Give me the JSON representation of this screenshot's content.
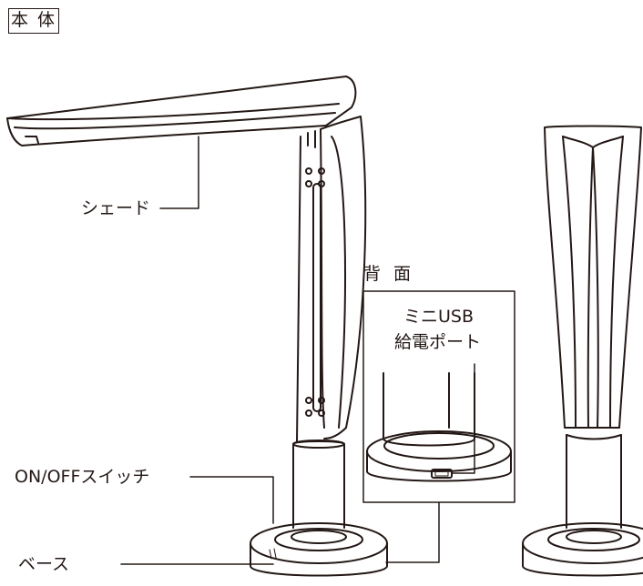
{
  "title": "本 体",
  "labels": {
    "shade": "シェード",
    "back": "背 面",
    "usb_line1": "ミニUSB",
    "usb_line2": "給電ポート",
    "switch": "ON/OFFスイッチ",
    "base": "ベース"
  },
  "colors": {
    "stroke": "#231815",
    "background": "#ffffff"
  }
}
